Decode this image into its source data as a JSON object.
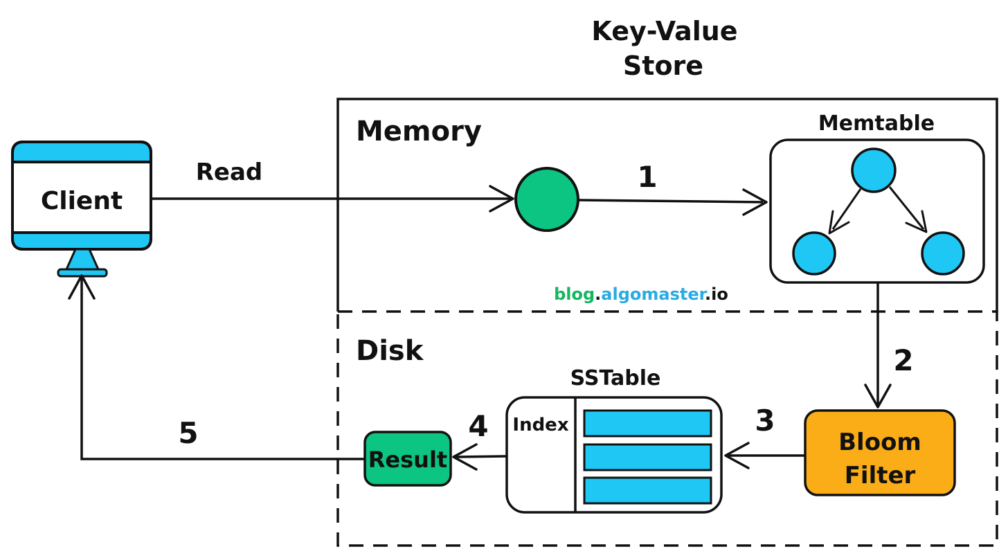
{
  "title": {
    "line1": "Key-Value",
    "line2": "Store"
  },
  "watermark": {
    "part1": "blog",
    "dot1": ".",
    "part2": "algomaster",
    "dot2": ".",
    "part3": "io"
  },
  "colors": {
    "cyan": "#1fc7f4",
    "green": "#0cc583",
    "orange": "#fbad18",
    "ink": "#111111",
    "watermark_green": "#14b75f",
    "watermark_blue": "#29abe2"
  },
  "sections": {
    "memory_label": "Memory",
    "disk_label": "Disk"
  },
  "nodes": {
    "client_label": "Client",
    "memtable_label": "Memtable",
    "sstable_label": "SSTable",
    "sstable_index_label": "Index",
    "bloom_line1": "Bloom",
    "bloom_line2": "Filter",
    "result_label": "Result"
  },
  "edges": {
    "read_label": "Read",
    "step1": "1",
    "step2": "2",
    "step3": "3",
    "step4": "4",
    "step5": "5"
  }
}
